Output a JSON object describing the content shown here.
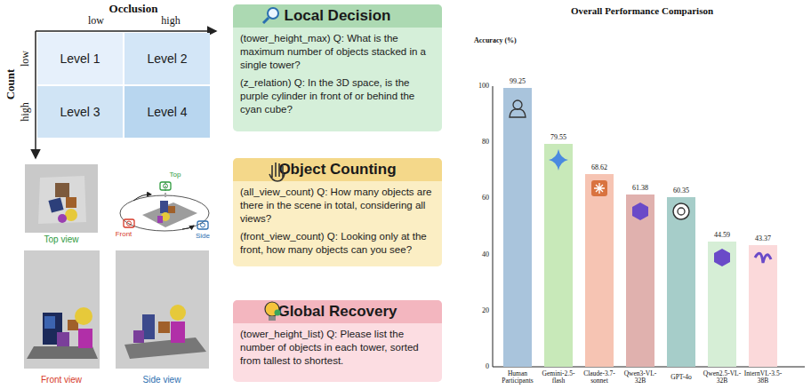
{
  "diagram": {
    "nodes": [
      {
        "text": [
          "Level 1"
        ]
      },
      {
        "text": [
          "Level 2"
        ]
      },
      {
        "text": [
          "Level 3"
        ]
      },
      {
        "text": [
          "Level 4"
        ]
      },
      {
        "text": [
          "Local Decision",
          "(tower_height_max) Q: What is the maximum number of objects stacked in a single tower?",
          "(z_relation) Q: In the 3D space, is the purple cylinder in front of or behind the cyan cube?"
        ]
      },
      {
        "text": [
          "Object Counting",
          "(all_view_count) Q: How many objects are there in the scene in total, considering all views?",
          "(front_view_count) Q: Looking only at the front, how many objects can you see?"
        ]
      },
      {
        "text": [
          "Global Recovery",
          "(tower_height_list) Q: Please list the number of objects in each tower, sorted from tallest to shortest."
        ]
      }
    ],
    "labels": [
      "Occlusion",
      "low",
      "high",
      "Count",
      "low",
      "high",
      "Top",
      "Front",
      "Side",
      "Top view",
      "Front view",
      "Side view",
      "Overall Performance Comparison",
      "Accuracy (%)",
      "100",
      "80",
      "60",
      "40",
      "20",
      "0",
      "99.25",
      "79.55",
      "68.62",
      "61.38",
      "60.35",
      "44.59",
      "43.37",
      "Human Participants",
      "Gemini-2.5-flash",
      "Claude-3.7-sonnet",
      "Qwen3-VL-32B",
      "GPT-4o",
      "Qwen2.5-VL-32B",
      "InternVL-3.5-38B"
    ]
  }
}
